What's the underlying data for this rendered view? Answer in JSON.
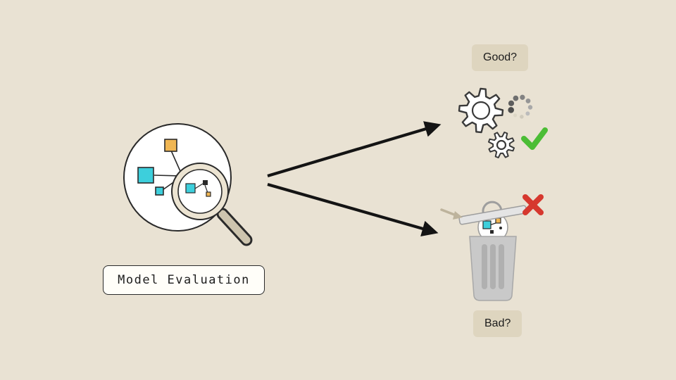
{
  "labels": {
    "model": "Model Evaluation",
    "good": "Good?",
    "bad": "Bad?"
  },
  "colors": {
    "background": "#e9e2d3",
    "cyan": "#3dcfdc",
    "orange": "#f0b653",
    "ink": "#2a2a2a",
    "arrow": "#141414",
    "green_check": "#4bbd35",
    "red_x": "#d6382e",
    "label_bg": "#ded5bf",
    "label_text": "#1c1c1c",
    "magnifier_handle": "#cdc4ae",
    "lens_ring": "#ece4d2",
    "trash_body": "#c9c9c9",
    "trash_ridge": "#b0b0b0",
    "trash_lid": "#e4e4e4",
    "hint_arrow": "#bdb39c"
  },
  "icons": {
    "model_network": "network-nodes-shape",
    "magnifier": "magnifying-glass-shape",
    "gears": "two-gears-shape",
    "spinner": "dotted-spinner-shape",
    "check": "green-checkmark-shape",
    "trash": "trash-can-shape",
    "cross": "red-x-shape",
    "arrows": "black-straight-arrows"
  }
}
